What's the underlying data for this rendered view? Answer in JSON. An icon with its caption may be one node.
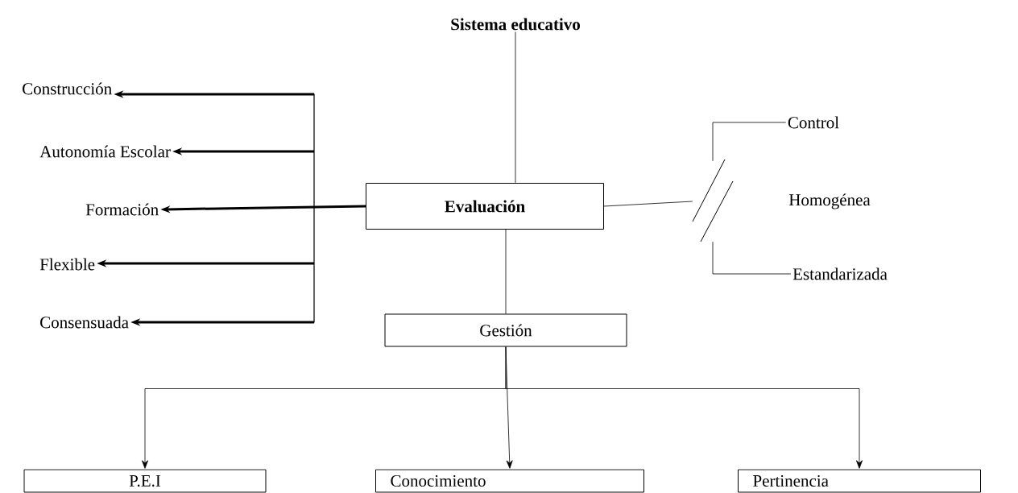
{
  "diagram": {
    "nodes": [
      {
        "text": [
          "Sistema educativo"
        ]
      },
      {
        "text": [
          "Construcción"
        ]
      },
      {
        "text": [
          "Autonomía Escolar"
        ]
      },
      {
        "text": [
          "Formación"
        ]
      },
      {
        "text": [
          "Flexible"
        ]
      },
      {
        "text": [
          "Consensuada"
        ]
      },
      {
        "text": [
          "Evaluación"
        ]
      },
      {
        "text": [
          "Control"
        ]
      },
      {
        "text": [],
        "shape": "slash"
      },
      {
        "text": [
          "Estandarizada"
        ]
      },
      {
        "text": [
          "Gestión"
        ]
      },
      {
        "text": [
          "P.E.I"
        ]
      },
      {
        "text": [
          "Conocimiento"
        ]
      },
      {
        "text": [
          "Pertinencia"
        ]
      }
    ],
    "edges": [
      {
        "from": 0,
        "to": 6,
        "arrow": "none"
      },
      {
        "from": 6,
        "to": 3,
        "arrow": "to",
        "style": "thick"
      },
      {
        "from": null,
        "to": 1,
        "arrow": "to",
        "style": "thick"
      },
      {
        "from": null,
        "to": 2,
        "arrow": "to",
        "style": "thick"
      },
      {
        "from": null,
        "to": 4,
        "arrow": "to",
        "style": "thick"
      },
      {
        "from": null,
        "to": 5,
        "arrow": "to",
        "style": "thick"
      },
      {
        "from": 6,
        "to": 8,
        "arrow": "none"
      },
      {
        "from": 7,
        "to": 8,
        "arrow": "none"
      },
      {
        "from": 9,
        "to": 8,
        "arrow": "none"
      },
      {
        "from": 6,
        "to": 10,
        "arrow": "none"
      },
      {
        "from": 10,
        "to": 11,
        "arrow": "to"
      },
      {
        "from": 10,
        "to": 12,
        "arrow": "to"
      },
      {
        "from": 10,
        "to": 13,
        "arrow": "to"
      }
    ],
    "labels": [
      "Homogénea"
    ]
  }
}
